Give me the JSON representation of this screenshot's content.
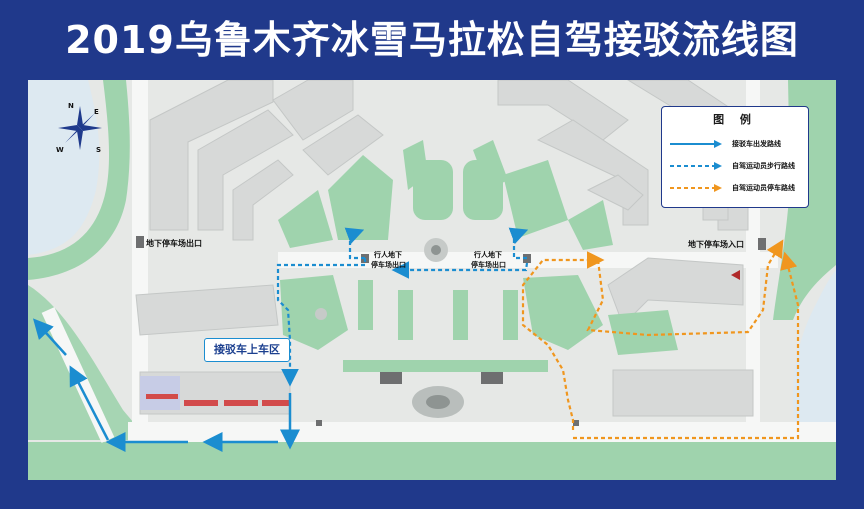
{
  "title": "2019乌鲁木齐冰雪马拉松自驾接驳流线图",
  "compass": {
    "n": "N",
    "e": "E",
    "s": "S",
    "w": "W"
  },
  "legend": {
    "title": "图 例",
    "items": [
      {
        "label": "接驳车出发路线",
        "color": "#1b8dd0",
        "style": "solid-arrow"
      },
      {
        "label": "自驾运动员步行路线",
        "color": "#1b8dd0",
        "style": "dashed-arrow"
      },
      {
        "label": "自驾运动员停车路线",
        "color": "#f0961e",
        "style": "dashed-arrow"
      }
    ]
  },
  "labels": {
    "parking_exit": "地下停车场出口",
    "parking_entrance": "地下停车场入口",
    "ped_exit_left_1": "行人地下",
    "ped_exit_left_2": "停车场出口",
    "ped_exit_right_1": "行人地下",
    "ped_exit_right_2": "停车场出口",
    "pickup_zone": "接驳车上车区"
  },
  "colors": {
    "frame": "#20398b",
    "solid_route": "#1b8dd0",
    "walk_route": "#1b8dd0",
    "parking_route": "#f0961e",
    "green": "#9fd3ad",
    "building": "#d7d9d8"
  }
}
